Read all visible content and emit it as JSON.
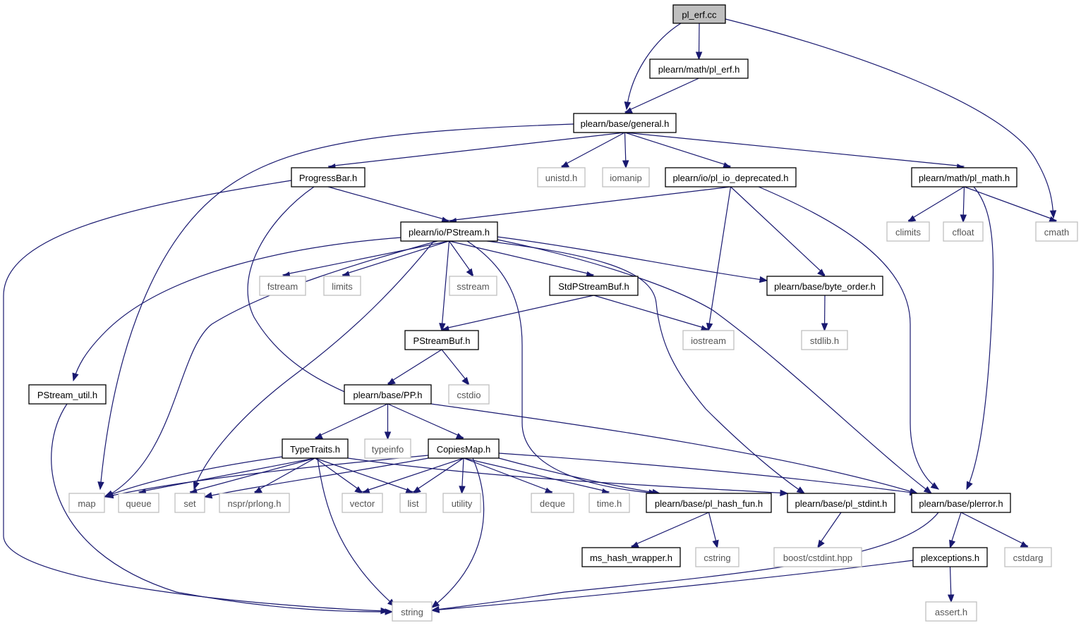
{
  "colors": {
    "edge": "#191970",
    "local_border": "#000000",
    "system_border": "#bfbfbf",
    "root_fill": "#bfbfbf"
  },
  "nodes": [
    {
      "id": "pl_erf_cc",
      "label": "pl_erf.cc",
      "kind": "root"
    },
    {
      "id": "pl_erf_h",
      "label": "plearn/math/pl_erf.h",
      "kind": "local"
    },
    {
      "id": "general_h",
      "label": "plearn/base/general.h",
      "kind": "local"
    },
    {
      "id": "progressbar_h",
      "label": "ProgressBar.h",
      "kind": "local"
    },
    {
      "id": "unistd_h",
      "label": "unistd.h",
      "kind": "system"
    },
    {
      "id": "iomanip",
      "label": "iomanip",
      "kind": "system"
    },
    {
      "id": "pl_io_deprecated_h",
      "label": "plearn/io/pl_io_deprecated.h",
      "kind": "local"
    },
    {
      "id": "pl_math_h",
      "label": "plearn/math/pl_math.h",
      "kind": "local"
    },
    {
      "id": "climits",
      "label": "climits",
      "kind": "system"
    },
    {
      "id": "cfloat",
      "label": "cfloat",
      "kind": "system"
    },
    {
      "id": "cmath",
      "label": "cmath",
      "kind": "system"
    },
    {
      "id": "pstream_h",
      "label": "plearn/io/PStream.h",
      "kind": "local"
    },
    {
      "id": "fstream",
      "label": "fstream",
      "kind": "system"
    },
    {
      "id": "limits",
      "label": "limits",
      "kind": "system"
    },
    {
      "id": "sstream",
      "label": "sstream",
      "kind": "system"
    },
    {
      "id": "stdpstreambuf_h",
      "label": "StdPStreamBuf.h",
      "kind": "local"
    },
    {
      "id": "byte_order_h",
      "label": "plearn/base/byte_order.h",
      "kind": "local"
    },
    {
      "id": "pstreambuf_h",
      "label": "PStreamBuf.h",
      "kind": "local"
    },
    {
      "id": "iostream",
      "label": "iostream",
      "kind": "system"
    },
    {
      "id": "stdlib_h",
      "label": "stdlib.h",
      "kind": "system"
    },
    {
      "id": "pstream_util_h",
      "label": "PStream_util.h",
      "kind": "local"
    },
    {
      "id": "pp_h",
      "label": "plearn/base/PP.h",
      "kind": "local"
    },
    {
      "id": "cstdio",
      "label": "cstdio",
      "kind": "system"
    },
    {
      "id": "typetraits_h",
      "label": "TypeTraits.h",
      "kind": "local"
    },
    {
      "id": "typeinfo",
      "label": "typeinfo",
      "kind": "system"
    },
    {
      "id": "copiesmap_h",
      "label": "CopiesMap.h",
      "kind": "local"
    },
    {
      "id": "map",
      "label": "map",
      "kind": "system"
    },
    {
      "id": "queue",
      "label": "queue",
      "kind": "system"
    },
    {
      "id": "set",
      "label": "set",
      "kind": "system"
    },
    {
      "id": "prlong_h",
      "label": "nspr/prlong.h",
      "kind": "system"
    },
    {
      "id": "vector",
      "label": "vector",
      "kind": "system"
    },
    {
      "id": "list",
      "label": "list",
      "kind": "system"
    },
    {
      "id": "utility",
      "label": "utility",
      "kind": "system"
    },
    {
      "id": "deque",
      "label": "deque",
      "kind": "system"
    },
    {
      "id": "time_h",
      "label": "time.h",
      "kind": "system"
    },
    {
      "id": "pl_hash_fun_h",
      "label": "plearn/base/pl_hash_fun.h",
      "kind": "local"
    },
    {
      "id": "pl_stdint_h",
      "label": "plearn/base/pl_stdint.h",
      "kind": "local"
    },
    {
      "id": "plerror_h",
      "label": "plearn/base/plerror.h",
      "kind": "local"
    },
    {
      "id": "ms_hash_wrapper_h",
      "label": "ms_hash_wrapper.h",
      "kind": "local"
    },
    {
      "id": "cstring",
      "label": "cstring",
      "kind": "system"
    },
    {
      "id": "cstdint_hpp",
      "label": "boost/cstdint.hpp",
      "kind": "system"
    },
    {
      "id": "plexceptions_h",
      "label": "plexceptions.h",
      "kind": "local"
    },
    {
      "id": "cstdarg",
      "label": "cstdarg",
      "kind": "system"
    },
    {
      "id": "string",
      "label": "string",
      "kind": "system"
    },
    {
      "id": "assert_h",
      "label": "assert.h",
      "kind": "system"
    }
  ],
  "edges": [
    [
      "pl_erf_cc",
      "pl_erf_h"
    ],
    [
      "pl_erf_cc",
      "general_h"
    ],
    [
      "pl_erf_cc",
      "cmath"
    ],
    [
      "pl_erf_h",
      "general_h"
    ],
    [
      "general_h",
      "progressbar_h"
    ],
    [
      "general_h",
      "unistd_h"
    ],
    [
      "general_h",
      "iomanip"
    ],
    [
      "general_h",
      "pl_io_deprecated_h"
    ],
    [
      "general_h",
      "pl_math_h"
    ],
    [
      "general_h",
      "map"
    ],
    [
      "progressbar_h",
      "pstream_h"
    ],
    [
      "progressbar_h",
      "pp_h"
    ],
    [
      "progressbar_h",
      "string"
    ],
    [
      "pl_io_deprecated_h",
      "pstream_h"
    ],
    [
      "pl_io_deprecated_h",
      "iostream"
    ],
    [
      "pl_io_deprecated_h",
      "byte_order_h"
    ],
    [
      "pl_io_deprecated_h",
      "plerror_h"
    ],
    [
      "pl_math_h",
      "climits"
    ],
    [
      "pl_math_h",
      "cfloat"
    ],
    [
      "pl_math_h",
      "cmath"
    ],
    [
      "pl_math_h",
      "plerror_h"
    ],
    [
      "pstream_h",
      "pstream_util_h"
    ],
    [
      "pstream_h",
      "fstream"
    ],
    [
      "pstream_h",
      "limits"
    ],
    [
      "pstream_h",
      "sstream"
    ],
    [
      "pstream_h",
      "stdpstreambuf_h"
    ],
    [
      "pstream_h",
      "byte_order_h"
    ],
    [
      "pstream_h",
      "pstreambuf_h"
    ],
    [
      "pstream_h",
      "map"
    ],
    [
      "pstream_h",
      "set"
    ],
    [
      "pstream_h",
      "pl_hash_fun_h"
    ],
    [
      "pstream_h",
      "pl_stdint_h"
    ],
    [
      "pstream_h",
      "plerror_h"
    ],
    [
      "stdpstreambuf_h",
      "pstreambuf_h"
    ],
    [
      "stdpstreambuf_h",
      "iostream"
    ],
    [
      "byte_order_h",
      "stdlib_h"
    ],
    [
      "pstreambuf_h",
      "pp_h"
    ],
    [
      "pstreambuf_h",
      "cstdio"
    ],
    [
      "pstream_util_h",
      "string"
    ],
    [
      "pp_h",
      "typetraits_h"
    ],
    [
      "pp_h",
      "typeinfo"
    ],
    [
      "pp_h",
      "copiesmap_h"
    ],
    [
      "pp_h",
      "plerror_h"
    ],
    [
      "typetraits_h",
      "map"
    ],
    [
      "typetraits_h",
      "queue"
    ],
    [
      "typetraits_h",
      "set"
    ],
    [
      "typetraits_h",
      "prlong_h"
    ],
    [
      "typetraits_h",
      "vector"
    ],
    [
      "typetraits_h",
      "list"
    ],
    [
      "typetraits_h",
      "pl_stdint_h"
    ],
    [
      "typetraits_h",
      "string"
    ],
    [
      "copiesmap_h",
      "map"
    ],
    [
      "copiesmap_h",
      "set"
    ],
    [
      "copiesmap_h",
      "vector"
    ],
    [
      "copiesmap_h",
      "list"
    ],
    [
      "copiesmap_h",
      "utility"
    ],
    [
      "copiesmap_h",
      "deque"
    ],
    [
      "copiesmap_h",
      "time_h"
    ],
    [
      "copiesmap_h",
      "pl_hash_fun_h"
    ],
    [
      "copiesmap_h",
      "plerror_h"
    ],
    [
      "copiesmap_h",
      "string"
    ],
    [
      "pl_hash_fun_h",
      "ms_hash_wrapper_h"
    ],
    [
      "pl_hash_fun_h",
      "cstring"
    ],
    [
      "pl_stdint_h",
      "cstdint_hpp"
    ],
    [
      "plerror_h",
      "plexceptions_h"
    ],
    [
      "plerror_h",
      "cstdarg"
    ],
    [
      "plerror_h",
      "string"
    ],
    [
      "plexceptions_h",
      "string"
    ],
    [
      "plexceptions_h",
      "assert_h"
    ]
  ]
}
